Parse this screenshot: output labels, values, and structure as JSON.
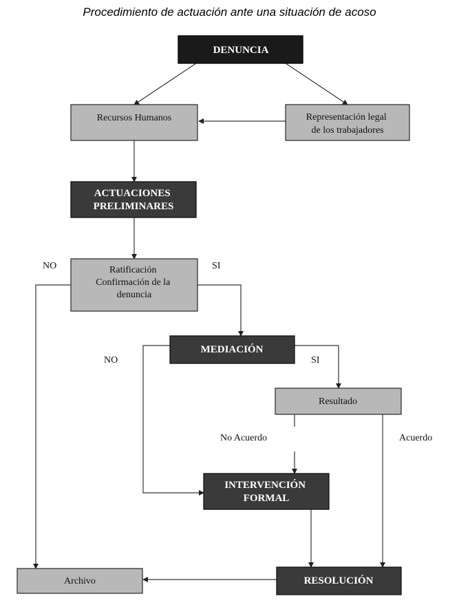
{
  "title": "Procedimiento de actuación ante una situación de acoso",
  "nodes": {
    "denuncia": [
      "DENUNCIA"
    ],
    "recursos_humanos": [
      "Recursos Humanos"
    ],
    "representacion": [
      "Representación legal",
      "de los trabajadores"
    ],
    "actuaciones": [
      "ACTUACIONES",
      "PRELIMINARES"
    ],
    "ratificacion": [
      "Ratificación",
      "Confirmación de la",
      "denuncia"
    ],
    "mediacion": [
      "MEDIACIÓN"
    ],
    "resultado": [
      "Resultado"
    ],
    "intervencion": [
      "INTERVENCIÓN",
      "FORMAL"
    ],
    "archivo": [
      "Archivo"
    ],
    "resolucion": [
      "RESOLUCIÓN"
    ]
  },
  "labels": {
    "ratificacion_no": "NO",
    "ratificacion_si": "SI",
    "mediacion_no": "NO",
    "mediacion_si": "SI",
    "no_acuerdo": "No Acuerdo",
    "acuerdo": "Acuerdo"
  }
}
